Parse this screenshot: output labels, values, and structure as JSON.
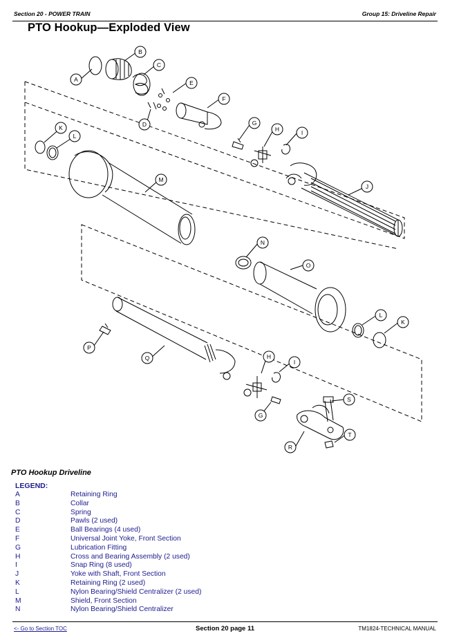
{
  "header": {
    "left": "Section 20 - POWER TRAIN",
    "right": "Group 15: Driveline Repair"
  },
  "title": "PTO Hookup—Exploded View",
  "callouts": [
    "A",
    "B",
    "C",
    "D",
    "E",
    "F",
    "G",
    "H",
    "I",
    "J",
    "K",
    "L",
    "M",
    "N",
    "O",
    "P",
    "Q",
    "R",
    "S",
    "T"
  ],
  "caption": "PTO Hookup Driveline",
  "legend_title": "LEGEND:",
  "legend": [
    {
      "key": "A",
      "text": "Retaining Ring"
    },
    {
      "key": "B",
      "text": "Collar"
    },
    {
      "key": "C",
      "text": "Spring"
    },
    {
      "key": "D",
      "text": "Pawls (2 used)"
    },
    {
      "key": "E",
      "text": "Ball Bearings (4 used)"
    },
    {
      "key": "F",
      "text": "Universal Joint Yoke, Front Section"
    },
    {
      "key": "G",
      "text": "Lubrication Fitting"
    },
    {
      "key": "H",
      "text": "Cross and Bearing Assembly (2 used)"
    },
    {
      "key": "I",
      "text": "Snap Ring (8 used)"
    },
    {
      "key": "J",
      "text": "Yoke with Shaft, Front Section"
    },
    {
      "key": "K",
      "text": "Retaining Ring (2 used)"
    },
    {
      "key": "L",
      "text": "Nylon Bearing/Shield Centralizer (2 used)"
    },
    {
      "key": "M",
      "text": "Shield, Front Section"
    },
    {
      "key": "N",
      "text": "Nylon Bearing/Shield Centralizer"
    }
  ],
  "footer": {
    "left": "<- Go to Section TOC",
    "center": "Section 20 page 11",
    "right": "TM1824-TECHNICAL MANUAL"
  }
}
